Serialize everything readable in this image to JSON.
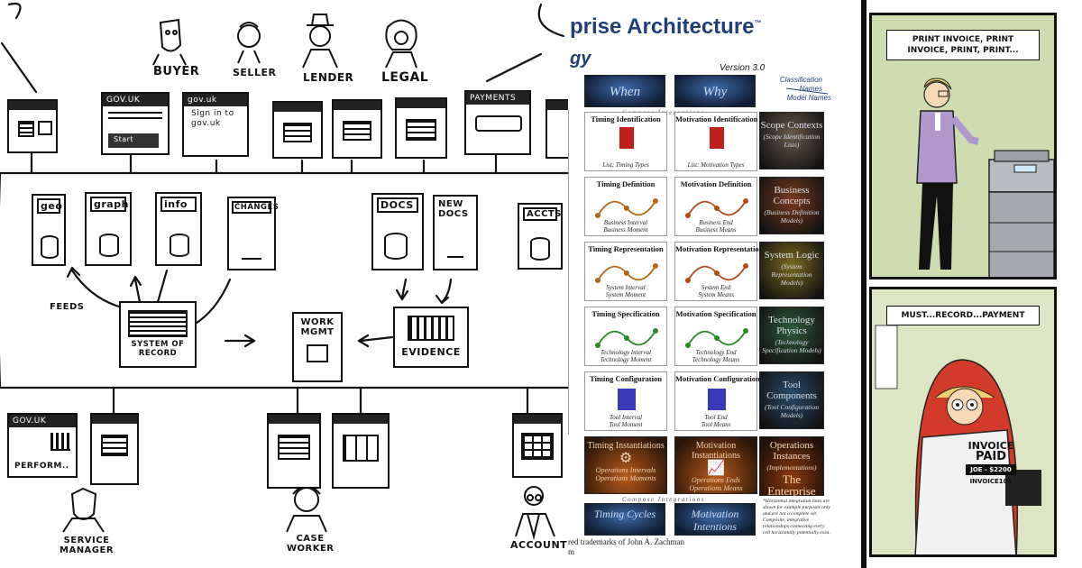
{
  "sketch": {
    "personas_top": [
      "BUYER",
      "SELLER",
      "LENDER",
      "LEGAL"
    ],
    "personas_bottom": [
      "SERVICE MANAGER",
      "CASE WORKER",
      "ACCOUNTS"
    ],
    "screens_top": {
      "govuk_start": {
        "brand": "GOV.UK",
        "button": "Start"
      },
      "govuk_signin": {
        "brand": "gov.uk",
        "text": "Sign in to gov.uk"
      },
      "payments": {
        "title": "PAYMENTS"
      }
    },
    "components": [
      "geo",
      "graph",
      "info",
      "CHANGES",
      "DOCS",
      "NEW DOCS",
      "ACCTS"
    ],
    "system_of_record": "SYSTEM OF RECORD",
    "work_mgmt": "WORK MGMT",
    "evidence": "EVIDENCE",
    "feeds": "FEEDS",
    "screens_bottom": {
      "govuk_perform": {
        "brand": "GOV.UK",
        "text": "PERFORM.."
      }
    }
  },
  "zachman": {
    "title": "prise Architecture",
    "tm": "™",
    "title2": "gy",
    "version": "Version 3.0",
    "classification": "Classification Names",
    "model_names": "Model Names",
    "headers": [
      "When",
      "Why"
    ],
    "compose": "Compose Integrations",
    "rows": [
      {
        "timing": "Timing Identification",
        "motivation": "Motivation Identification",
        "t_foot": "List: Timing Types",
        "m_foot": "List: Motivation Types",
        "side": "Scope Contexts",
        "side_sub": "(Scope Identification Lists)",
        "side_color": "#6a5a4a"
      },
      {
        "timing": "Timing Definition",
        "motivation": "Motivation Definition",
        "t_foot": "Business Interval\nBusiness Moment",
        "m_foot": "Business End\nBusiness Means",
        "side": "Business Concepts",
        "side_sub": "(Business Definition Models)",
        "side_color": "#7a3a20"
      },
      {
        "timing": "Timing Representation",
        "motivation": "Motivation Representation",
        "t_foot": "System Interval\nSystem Moment",
        "m_foot": "System End\nSystem Means",
        "side": "System Logic",
        "side_sub": "(System Representation Models)",
        "side_color": "#7a6a20"
      },
      {
        "timing": "Timing Specification",
        "motivation": "Motivation Specification",
        "t_foot": "Technology Interval\nTechnology Moment",
        "m_foot": "Technology End\nTechnology Means",
        "side": "Technology Physics",
        "side_sub": "(Technology Specification Models)",
        "side_color": "#2f5a3a"
      },
      {
        "timing": "Timing Configuration",
        "motivation": "Motivation Configuration",
        "t_foot": "Tool Interval\nTool Moment",
        "m_foot": "Tool End\nTool Means",
        "side": "Tool Components",
        "side_sub": "(Tool Configuration Models)",
        "side_color": "#2a4a6a"
      }
    ],
    "instances": {
      "timing": "Timing Instantiations",
      "motivation": "Motivation Instantiations",
      "t_foot": "Operations Intervals\nOperations Moments",
      "m_foot": "Operations Ends\nOperations Means",
      "side": "Operations Instances",
      "side_sub": "(Implementations)",
      "side_big": "The Enterprise"
    },
    "bottom": [
      "Timing Cycles",
      "Motivation Intentions"
    ],
    "note": "*Horizontal integration lines are shown for example purposes only and are not a complete set. Composite, integrative relationships connecting every cell horizontally potentially exist.",
    "footer": "red trademarks of John A. Zachman",
    "footer2": "m"
  },
  "comic": {
    "panel1_caption": "PRINT INVOICE, PRINT INVOICE, PRINT, PRINT...",
    "panel2_caption": "MUST...RECORD...PAYMENT",
    "newspaper": {
      "headline1": "INVOICE",
      "headline2": "PAID",
      "sub": "JOE - $2200",
      "sub2": "INVOICE101"
    }
  },
  "colors": {
    "zachman_blue": "#1e3f7a",
    "comic_bg": "#cfdcb0",
    "paper": "#ffffff",
    "ink": "#111111"
  }
}
